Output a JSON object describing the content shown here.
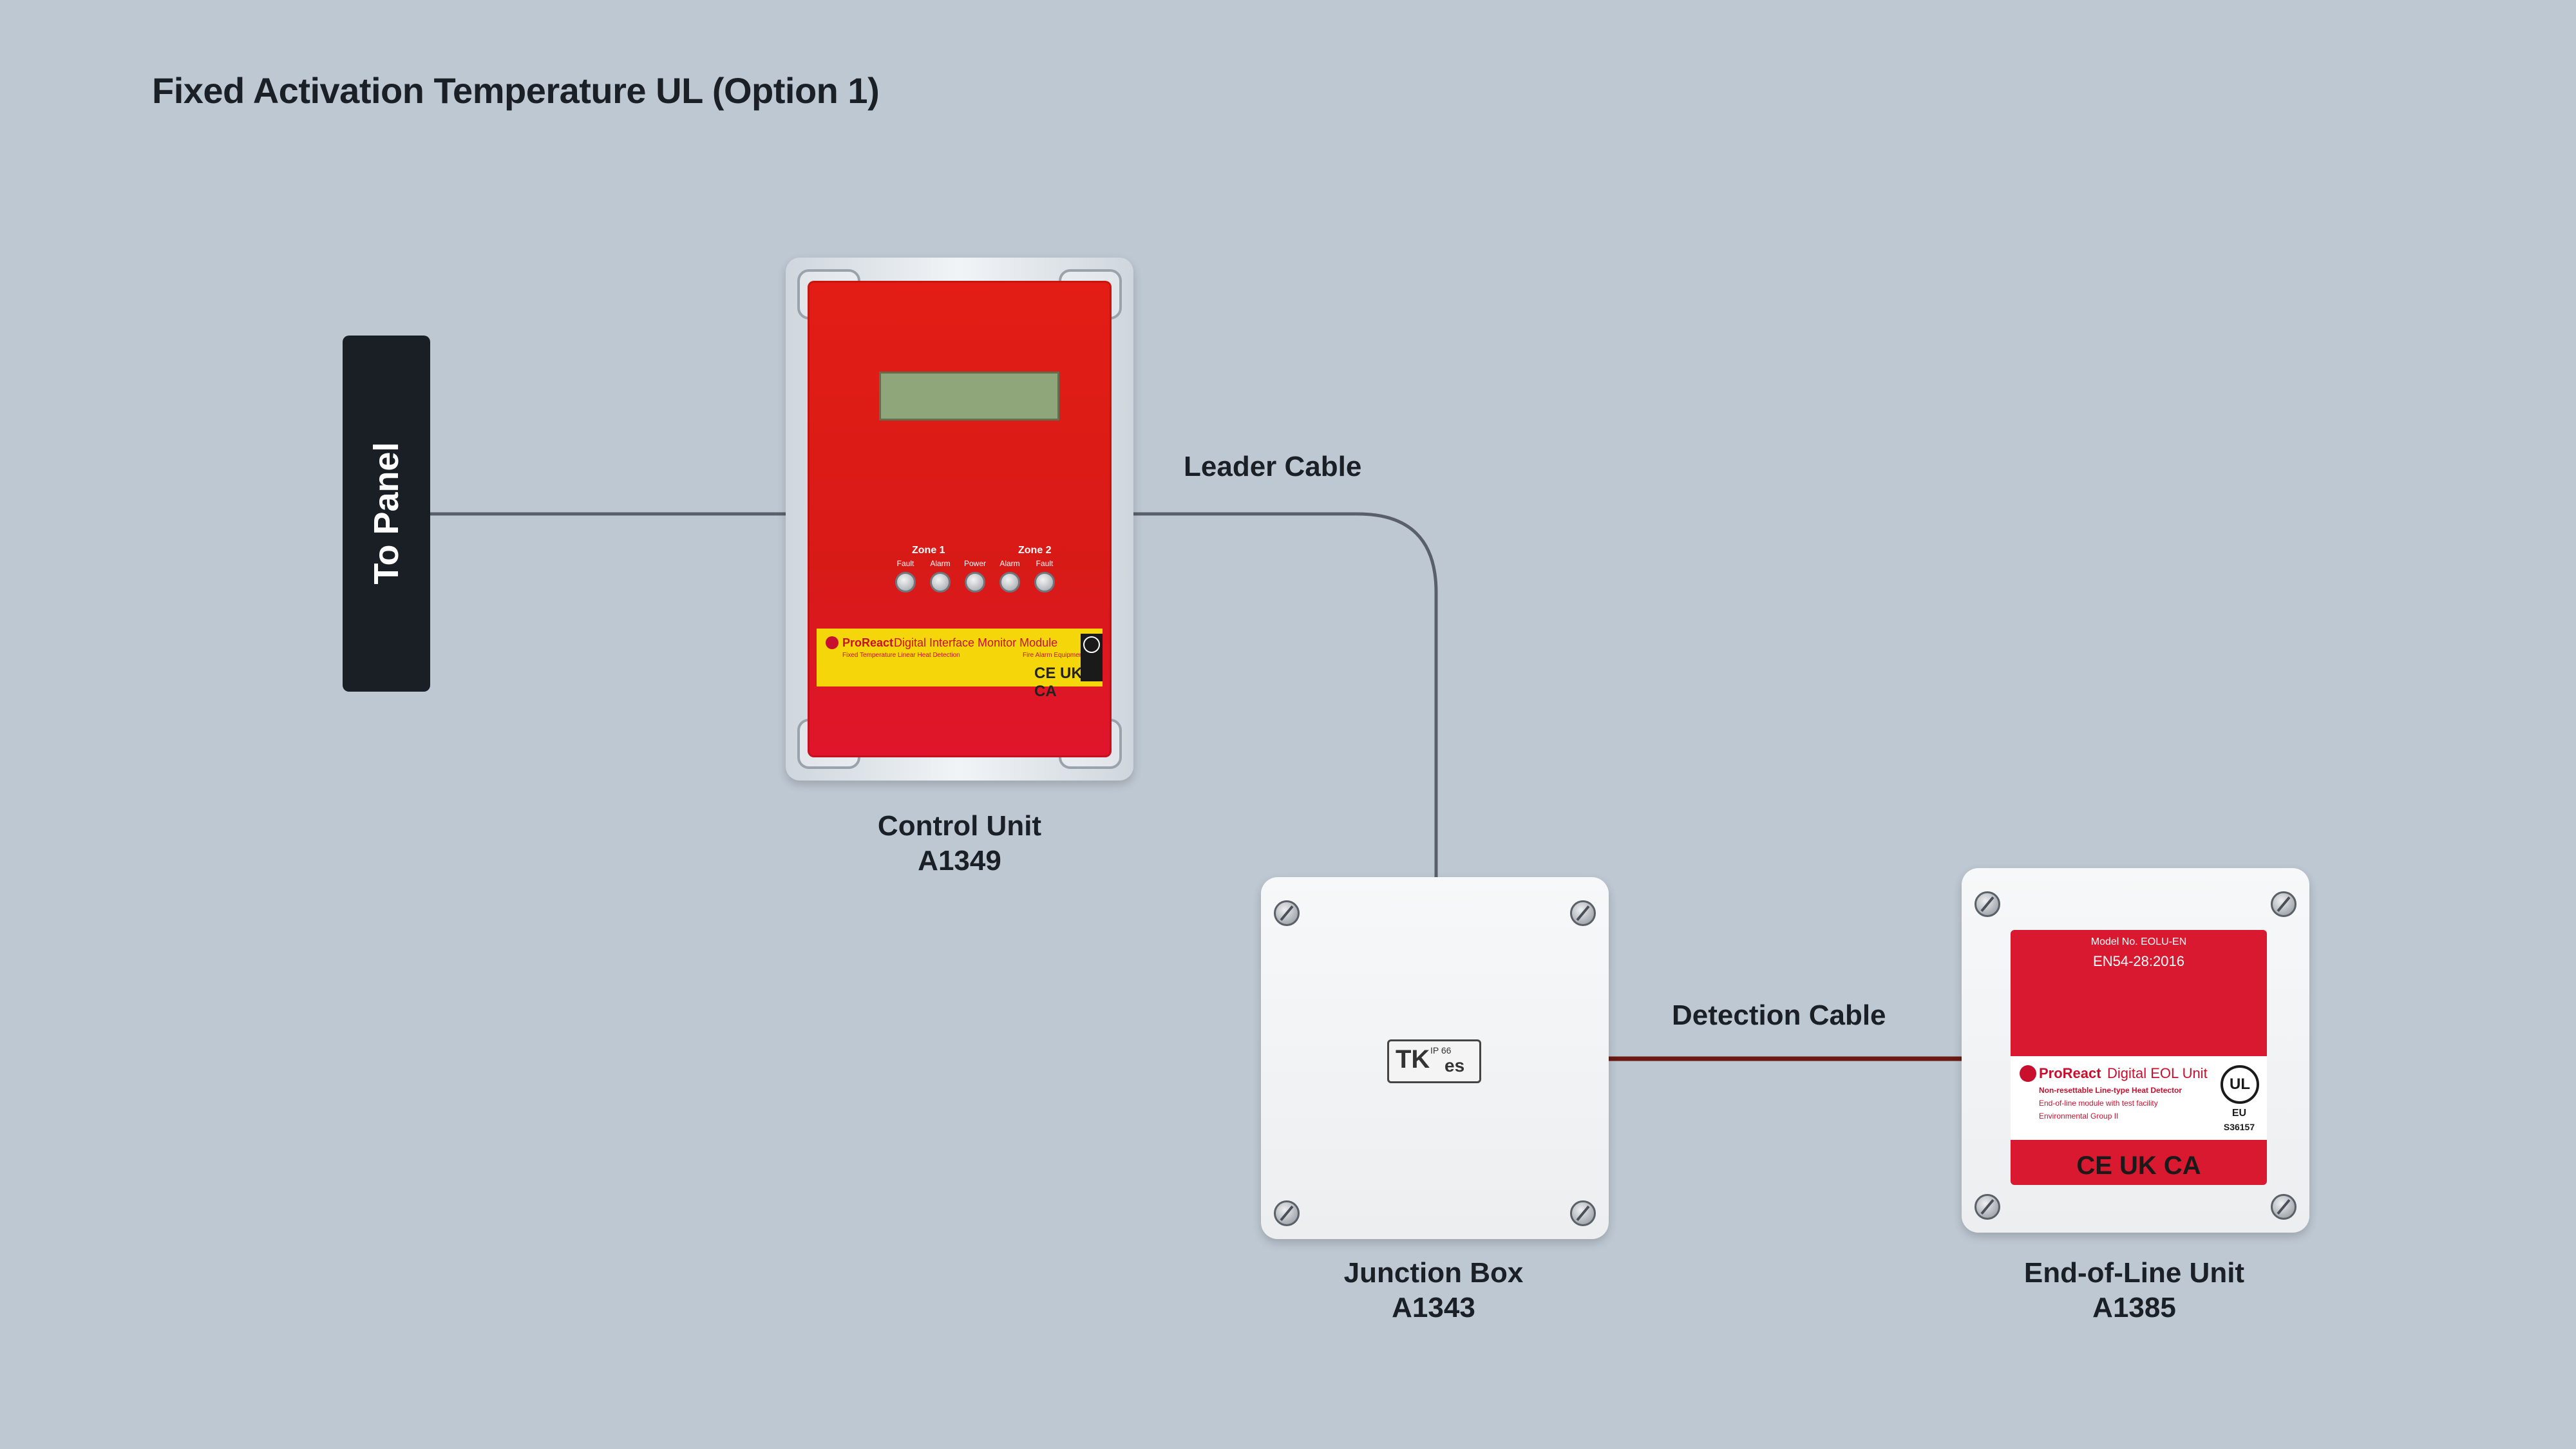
{
  "title": "Fixed Activation Temperature UL (Option 1)",
  "panel": {
    "label": "To Panel"
  },
  "cables": {
    "leader": "Leader Cable",
    "detection": "Detection Cable",
    "colors": {
      "panel_link": "#59606a",
      "leader": "#59606a",
      "detection": "#6a1a12"
    }
  },
  "control_unit": {
    "name": "Control Unit",
    "code": "A1349",
    "zone1": "Zone 1",
    "zone2": "Zone 2",
    "leds": [
      "Fault",
      "Alarm",
      "Power",
      "Alarm",
      "Fault"
    ],
    "strip_brand": "ProReact",
    "strip_product": "Digital Interface Monitor Module",
    "strip_subtitle": "Fixed Temperature Linear Heat Detection",
    "strip_subtitle2": "Fire Alarm Equipment",
    "strip_marks": "CE UK CA",
    "colors": {
      "face": "#e31d16",
      "strip": "#f5d60a",
      "lcd": "#8ea67a"
    }
  },
  "junction_box": {
    "name": "Junction Box",
    "code": "A1343",
    "logo_mark": "TK",
    "logo_rating": "IP 66",
    "logo_brand": "es"
  },
  "eol_unit": {
    "name": "End-of-Line Unit",
    "code": "A1385",
    "model": "Model No. EOLU-EN",
    "standard": "EN54-28:2016",
    "brand": "ProReact",
    "product": "Digital EOL Unit",
    "line1": "Non-resettable Line-type Heat Detector",
    "line2": "End-of-line module with test facility",
    "line3": "Environmental Group II",
    "ul": "UL",
    "eu": "EU",
    "ul_code": "S36157",
    "marks": "CE UK CA",
    "colors": {
      "label": "#d9192f"
    }
  }
}
